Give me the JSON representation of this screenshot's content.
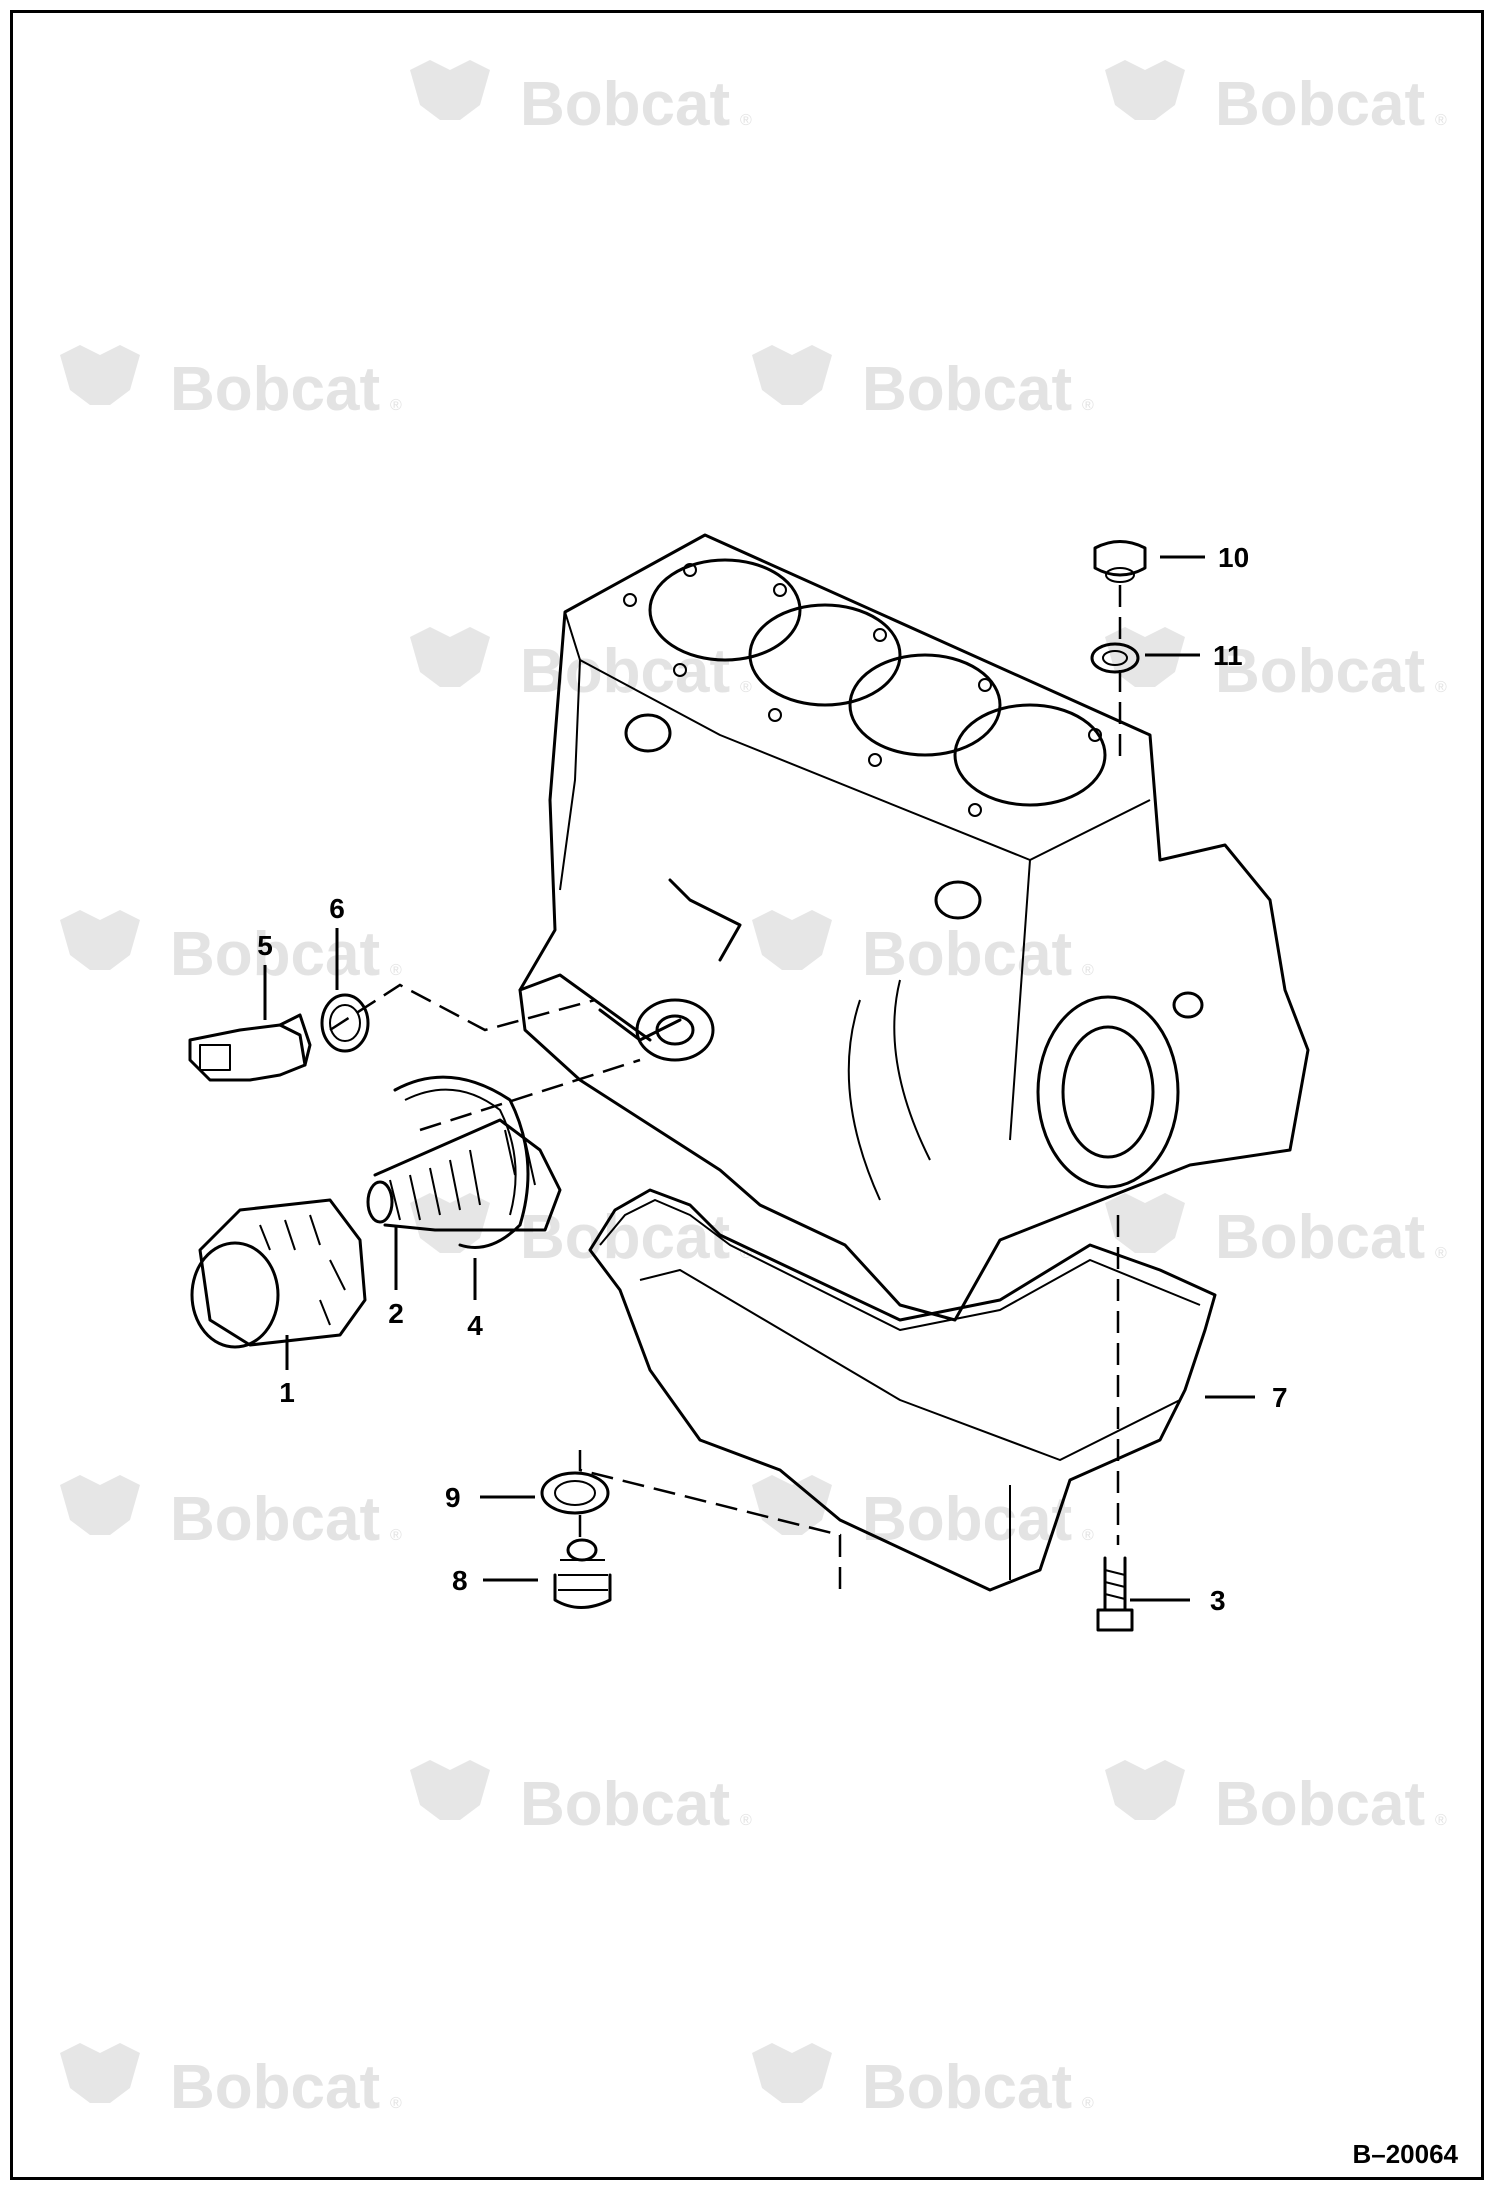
{
  "watermark": {
    "brand": "Bobcat",
    "reg": "®"
  },
  "figure_id": "B–20064",
  "callouts": {
    "c1": "1",
    "c2": "2",
    "c3": "3",
    "c4": "4",
    "c5": "5",
    "c6": "6",
    "c7": "7",
    "c8": "8",
    "c9": "9",
    "c10": "10",
    "c11": "11"
  }
}
